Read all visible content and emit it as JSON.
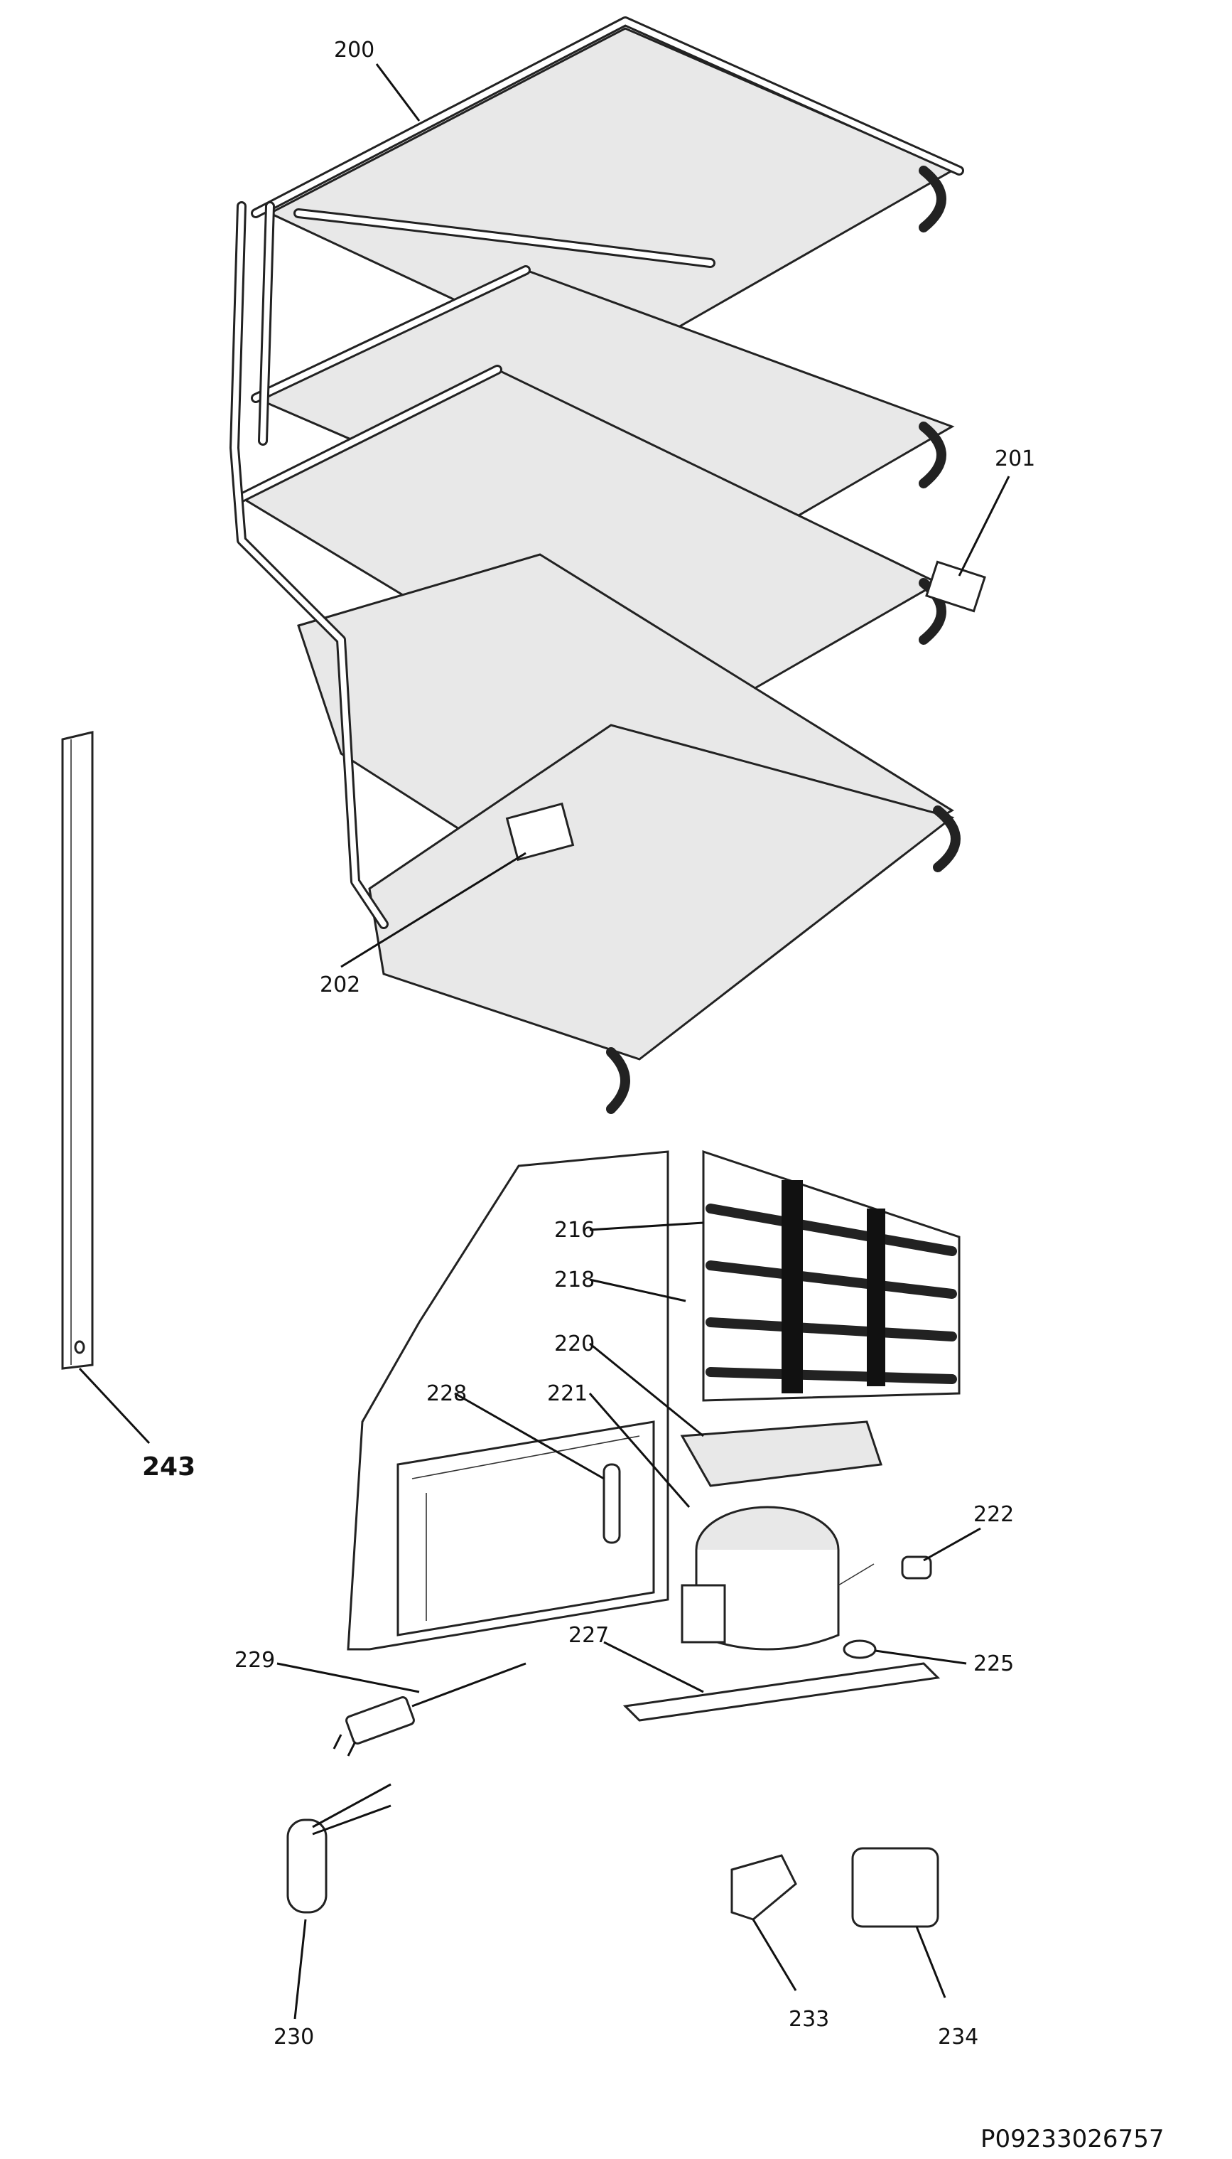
{
  "diagram": {
    "drawing_code": "P09233026757",
    "parts": [
      {
        "id": "200",
        "label": "200"
      },
      {
        "id": "201",
        "label": "201"
      },
      {
        "id": "202",
        "label": "202"
      },
      {
        "id": "216",
        "label": "216"
      },
      {
        "id": "218",
        "label": "218"
      },
      {
        "id": "220",
        "label": "220"
      },
      {
        "id": "221",
        "label": "221"
      },
      {
        "id": "222",
        "label": "222"
      },
      {
        "id": "225",
        "label": "225"
      },
      {
        "id": "227",
        "label": "227"
      },
      {
        "id": "228",
        "label": "228"
      },
      {
        "id": "229",
        "label": "229"
      },
      {
        "id": "230",
        "label": "230"
      },
      {
        "id": "233",
        "label": "233"
      },
      {
        "id": "234",
        "label": "234"
      },
      {
        "id": "243",
        "label": "243"
      }
    ]
  }
}
